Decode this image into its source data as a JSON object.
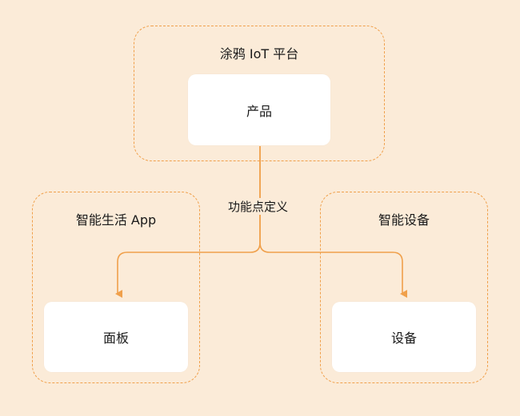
{
  "colors": {
    "background": "#fbebd8",
    "accent": "#f0a04b",
    "node_fill": "#ffffff",
    "text": "#1a1a1a"
  },
  "groups": {
    "platform": {
      "title": "涂鸦 IoT 平台"
    },
    "app": {
      "title": "智能生活 App"
    },
    "device_group": {
      "title": "智能设备"
    }
  },
  "nodes": {
    "product": {
      "label": "产品"
    },
    "panel": {
      "label": "面板"
    },
    "device": {
      "label": "设备"
    }
  },
  "edges": {
    "definition": {
      "label": "功能点定义",
      "from": "产品",
      "to": [
        "面板",
        "设备"
      ]
    }
  }
}
